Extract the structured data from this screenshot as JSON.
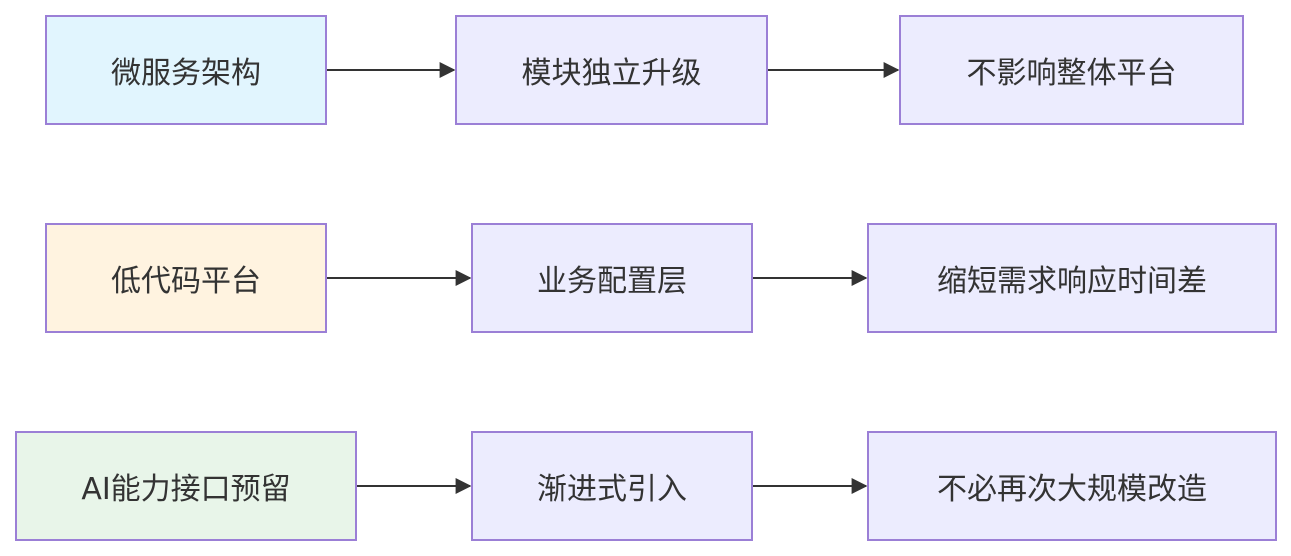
{
  "diagram": {
    "type": "flowchart",
    "direction": "left-to-right",
    "rows": [
      {
        "nodes": [
          {
            "id": "n1",
            "label": "微服务架构",
            "fill": "#e1f5fe"
          },
          {
            "id": "n2",
            "label": "模块独立升级",
            "fill": "#ececfe"
          },
          {
            "id": "n3",
            "label": "不影响整体平台",
            "fill": "#ececfe"
          }
        ]
      },
      {
        "nodes": [
          {
            "id": "n4",
            "label": "低代码平台",
            "fill": "#fff3e0"
          },
          {
            "id": "n5",
            "label": "业务配置层",
            "fill": "#ececfe"
          },
          {
            "id": "n6",
            "label": "缩短需求响应时间差",
            "fill": "#ececfe"
          }
        ]
      },
      {
        "nodes": [
          {
            "id": "n7",
            "label": "AI能力接口预留",
            "fill": "#e8f5e9"
          },
          {
            "id": "n8",
            "label": "渐进式引入",
            "fill": "#ececfe"
          },
          {
            "id": "n9",
            "label": "不必再次大规模改造",
            "fill": "#ececfe"
          }
        ]
      }
    ],
    "edges": [
      {
        "from": "n1",
        "to": "n2"
      },
      {
        "from": "n2",
        "to": "n3"
      },
      {
        "from": "n4",
        "to": "n5"
      },
      {
        "from": "n5",
        "to": "n6"
      },
      {
        "from": "n7",
        "to": "n8"
      },
      {
        "from": "n8",
        "to": "n9"
      }
    ],
    "colors": {
      "border": "#9b7fd6",
      "text": "#333333",
      "edge": "#333333"
    }
  }
}
